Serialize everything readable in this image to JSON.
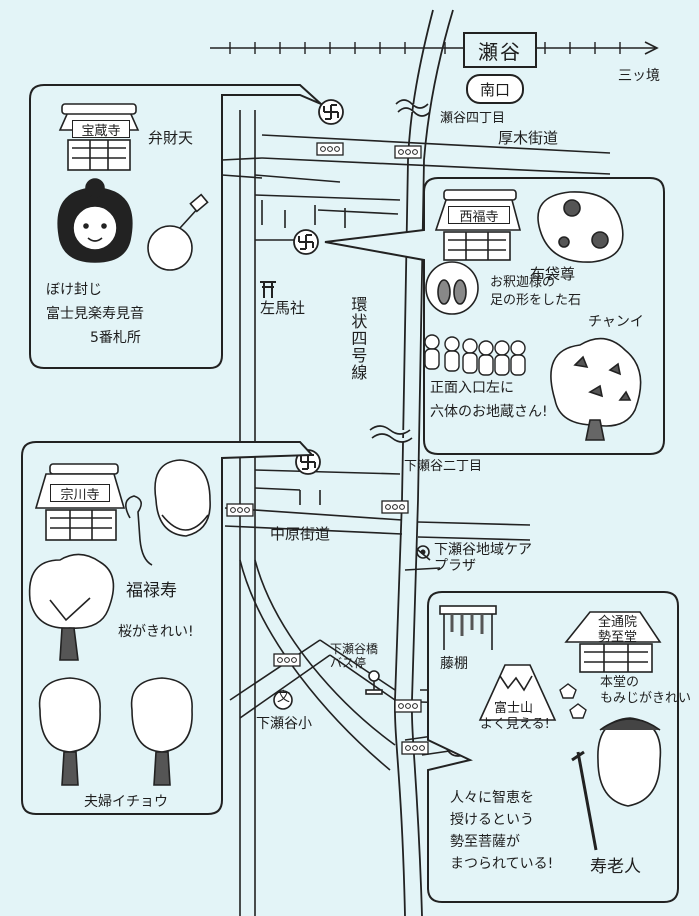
{
  "station": {
    "name": "瀬谷",
    "south_exit": "南口",
    "direction": "三ッ境"
  },
  "roads": {
    "seya_4": "瀬谷四丁目",
    "atsugi_kaido": "厚木街道",
    "kanjo4": "環状四号線",
    "shimoseya_2": "下瀬谷二丁目",
    "nakahara_kaido": "中原街道"
  },
  "places": {
    "sabasha": "左馬社",
    "care_plaza": "下瀬谷地域ケアプラザ",
    "bus_stop": "下瀬谷橋バス停",
    "school": "下瀬谷小",
    "school_symbol": "文",
    "shrine_symbol": "⛩"
  },
  "temples": {
    "hozoji": {
      "name": "宝蔵寺",
      "benzaiten": "弁財天",
      "note_line1": "ぼけ封じ",
      "note_line2": "富士見楽寿見音",
      "note_line3": "5番札所"
    },
    "saifukuji": {
      "name": "西福寺",
      "hotei": "布袋尊",
      "footprint_line1": "お釈迦様の",
      "footprint_line2": "足の形をした石",
      "jizo_line1": "正面入口左に",
      "jizo_line2": "六体のお地蔵さん!",
      "tree": "チャンイ"
    },
    "senseji": {
      "name": "宗川寺",
      "fukurokuju": "福禄寿",
      "sakura": "桜がきれい!",
      "icho": "夫婦イチョウ"
    },
    "zentsuin": {
      "name_line1": "全通院",
      "name_line2": "勢至堂",
      "fuji_line1": "富士山",
      "fuji_line2": "よく見える!",
      "wisteria": "藤棚",
      "momiji_line1": "本堂の",
      "momiji_line2": "もみじがきれい",
      "seishi_line1": "人々に智恵を",
      "seishi_line2": "授けるという",
      "seishi_line3": "勢至菩薩が",
      "seishi_line4": "まつられている!",
      "jurojin": "寿老人"
    }
  },
  "colors": {
    "background": "#e3f4f7",
    "ink": "#1e1e1e",
    "panel": "#e3f4f7"
  }
}
